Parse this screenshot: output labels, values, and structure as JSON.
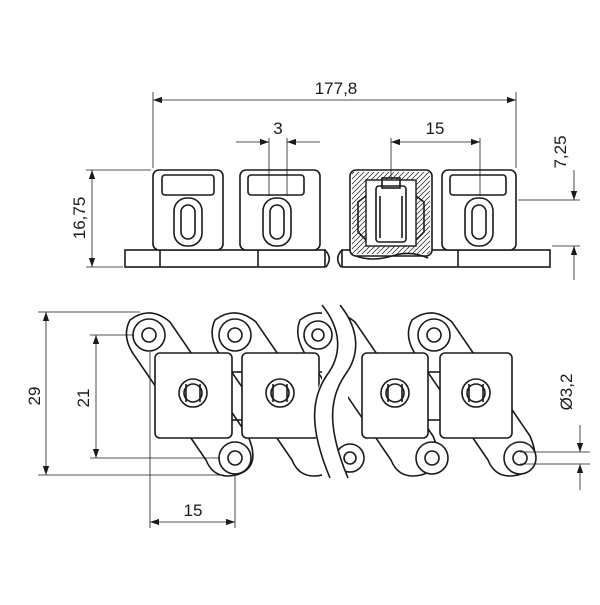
{
  "dimensions": {
    "overall_length": "177,8",
    "pin_gap": "3",
    "pitch_top": "15",
    "side_offset": "7,25",
    "plate_height": "16,75",
    "total_width": "29",
    "pin_distance": "21",
    "hole_diameter": "Ø3,2",
    "pitch_bottom": "15"
  }
}
